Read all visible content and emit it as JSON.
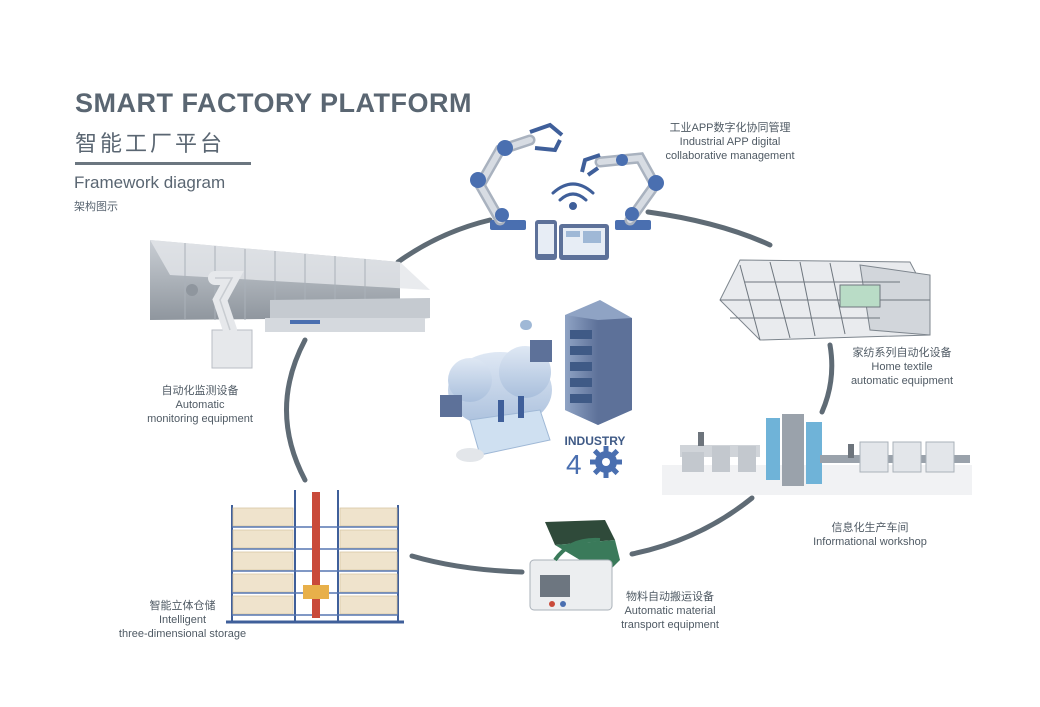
{
  "title": {
    "en": "SMART FACTORY PLATFORM",
    "cn": "智能工厂平台",
    "subtitle_en": "Framework diagram",
    "subtitle_cn": "架构图示"
  },
  "center": {
    "line1": "INDUSTRY",
    "line2": "4.0"
  },
  "nodes": [
    {
      "id": "app",
      "cn": "工业APP数字化协同管理",
      "en1": "Industrial APP digital",
      "en2": "collaborative management"
    },
    {
      "id": "textile",
      "cn": "家纺系列自动化设备",
      "en1": "Home textile",
      "en2": "automatic equipment"
    },
    {
      "id": "workshop",
      "cn": "信息化生产车间",
      "en1": "Informational workshop",
      "en2": ""
    },
    {
      "id": "transport",
      "cn": "物料自动搬运设备",
      "en1": "Automatic material",
      "en2": "transport equipment"
    },
    {
      "id": "storage",
      "cn": "智能立体仓储",
      "en1": "Intelligent",
      "en2": "three-dimensional storage"
    },
    {
      "id": "monitor",
      "cn": "自动化监测设备",
      "en1": "Automatic",
      "en2": "monitoring equipment"
    }
  ],
  "colors": {
    "ring": "#5f6b75",
    "accent_blue": "#4a6fb0",
    "light_blue": "#9fb8d6",
    "text": "#4f5a64"
  }
}
